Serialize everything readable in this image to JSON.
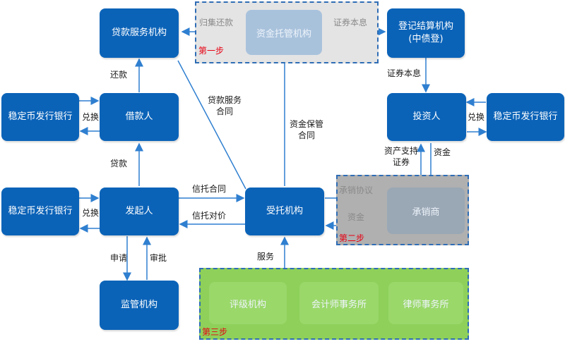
{
  "nodes": {
    "loan_service": "贷款服务机构",
    "borrower": "借款人",
    "originator": "发起人",
    "regulator": "监管机构",
    "trustee": "受托机构",
    "registry_line1": "登记结算机构",
    "registry_line2": "(中债登)",
    "investor": "投资人",
    "stablecoin_1": "稳定币发行银行",
    "stablecoin_2": "稳定币发行银行",
    "stablecoin_3": "稳定币发行银行",
    "custodian": "资金托管机构",
    "underwriter": "承销商",
    "rating": "评级机构",
    "accounting": "会计师事务所",
    "law_firm": "律师事务所"
  },
  "zones": {
    "step1": "第一步",
    "step2": "第二步",
    "step3": "第三步"
  },
  "edges": {
    "collect_repay": "归集还款",
    "bond_interest_top": "证券本息",
    "bond_interest_right": "证券本息",
    "repay": "还款",
    "exchange_1": "兑换",
    "exchange_2": "兑换",
    "exchange_3": "兑换",
    "loan": "贷款",
    "loan_service_contract_l1": "贷款服务",
    "loan_service_contract_l2": "合同",
    "custody_contract_l1": "资金保管",
    "custody_contract_l2": "合同",
    "trust_contract": "信托合同",
    "trust_consideration": "信托对价",
    "abs_l1": "资产支持",
    "abs_l2": "证券",
    "funds_investor": "资金",
    "underwriting_agreement": "承销协议",
    "funds_underwriter": "资金",
    "apply": "申请",
    "approve": "审批",
    "service": "服务"
  }
}
